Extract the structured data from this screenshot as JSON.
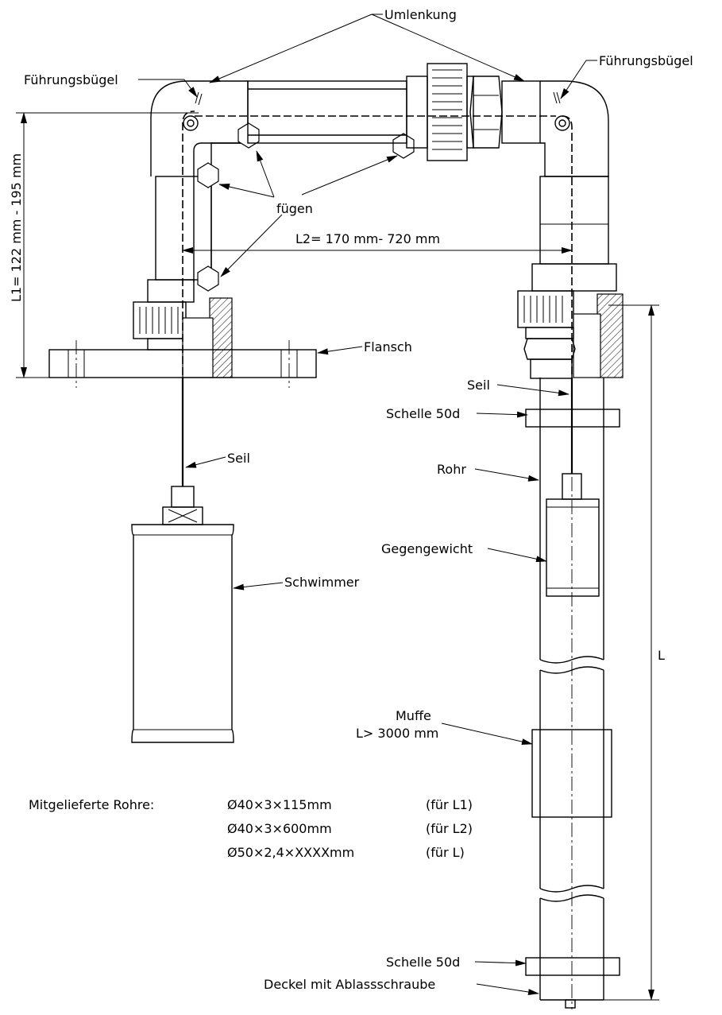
{
  "labels": {
    "umlenkung": "Umlenkung",
    "fuehrungsbuegel_left": "Führungsbügel",
    "fuehrungsbuegel_right": "Führungsbügel",
    "fuegen": "fügen",
    "l2": "L2= 170 mm- 720 mm",
    "l1": "L1= 122 mm - 195 mm",
    "flansch": "Flansch",
    "seil_left": "Seil",
    "seil_right": "Seil",
    "schelle_top": "Schelle 50d",
    "rohr": "Rohr",
    "gegengewicht": "Gegengewicht",
    "schwimmer": "Schwimmer",
    "muffe": "Muffe",
    "muffe_length": "L> 3000 mm",
    "l": "L",
    "schelle_bottom": "Schelle 50d",
    "deckel": "Deckel mit Ablassschraube"
  },
  "pipes": {
    "heading": "Mitgelieferte Rohre:",
    "rows": [
      {
        "spec": "Ø40×3×115mm",
        "use": "(für L1)"
      },
      {
        "spec": "Ø40×3×600mm",
        "use": "(für L2)"
      },
      {
        "spec": "Ø50×2,4×XXXXmm",
        "use": "(für L)"
      }
    ]
  }
}
